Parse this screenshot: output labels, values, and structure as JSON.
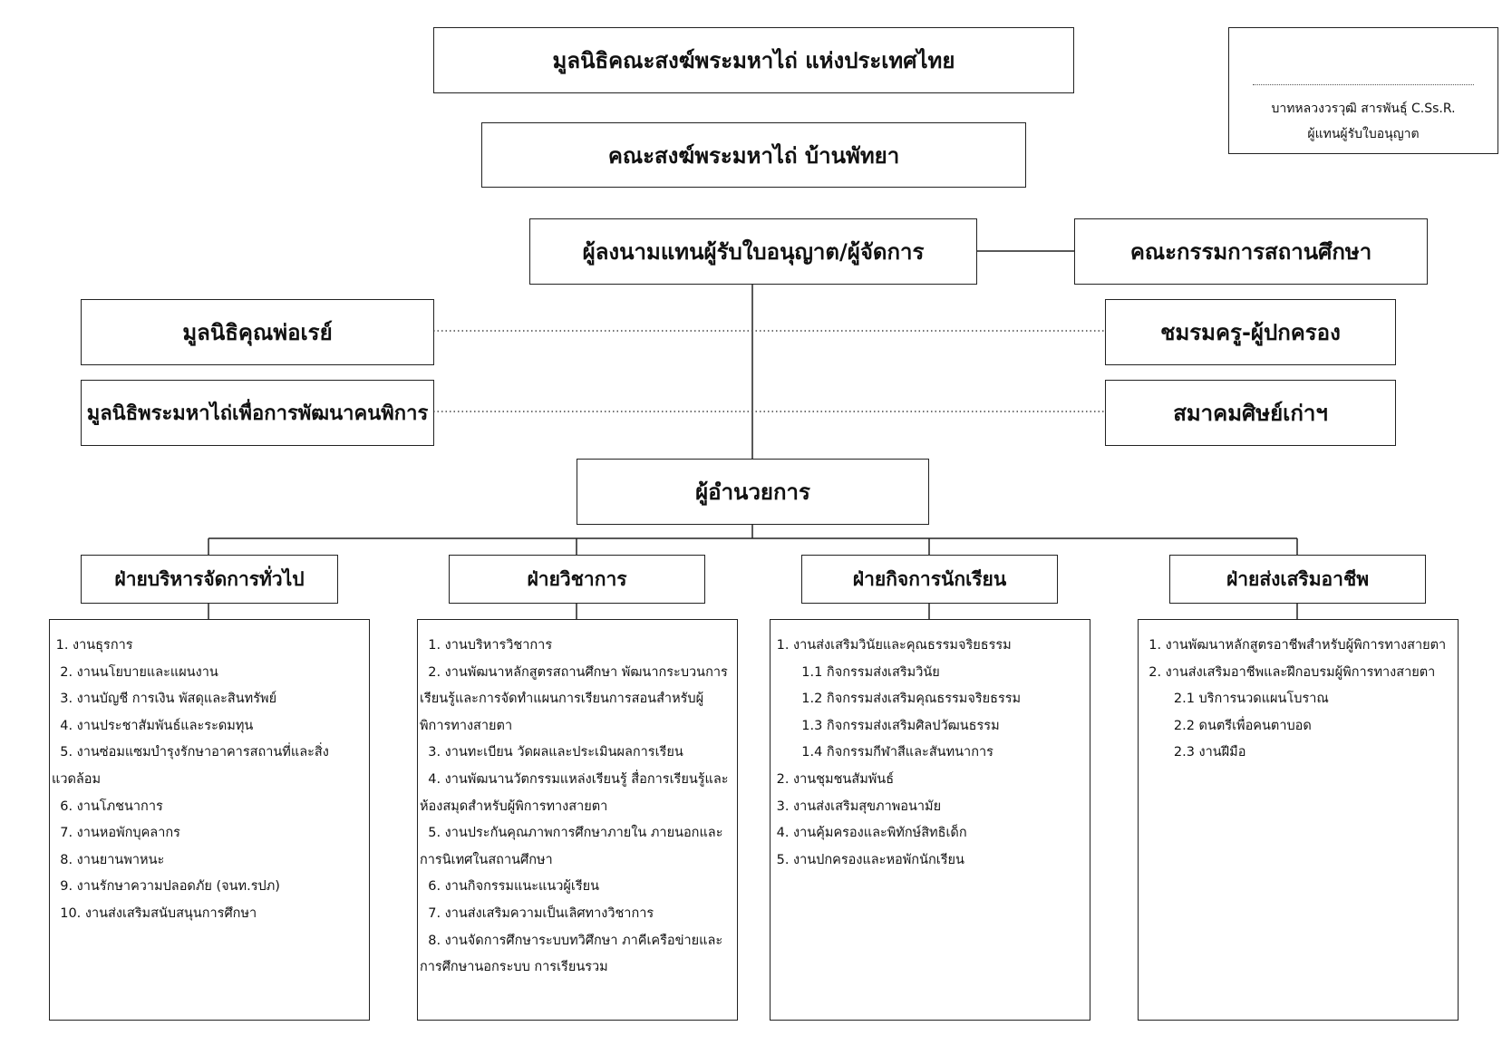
{
  "foundation": "มูลนิธิคณะสงฆ์พระมหาไถ่ แห่งประเทศไทย",
  "congregation": "คณะสงฆ์พระมหาไถ่ บ้านพัทยา",
  "signature": {
    "name": "บาทหลวงวรวุฒิ สารพันธุ์ C.Ss.R.",
    "role": "ผู้แทนผู้รับใบอนุญาต"
  },
  "licensee_signatory": "ผู้ลงนามแทนผู้รับใบอนุญาต/ผู้จัดการ",
  "school_board": "คณะกรรมการสถานศึกษา",
  "left_partners": [
    "มูลนิธิคุณพ่อเรย์",
    "มูลนิธิพระมหาไถ่เพื่อการพัฒนาคนพิการ"
  ],
  "right_partners": [
    "ชมรมครู-ผู้ปกครอง",
    "สมาคมศิษย์เก่าฯ"
  ],
  "director": "ผู้อำนวยการ",
  "departments": [
    {
      "title": "ฝ่ายบริหารจัดการทั่วไป",
      "items": [
        " 1. งานธุรการ",
        "  2. งานนโยบายและแผนงาน",
        "  3. งานบัญชี การเงิน พัสดุและสินทรัพย์",
        "  4. งานประชาสัมพันธ์และระดมทุน",
        "  5. งานซ่อมแซมบำรุงรักษาอาคารสถานที่และสิ่งแวดล้อม",
        "  6. งานโภชนาการ",
        "  7. งานหอพักบุคลากร",
        "  8. งานยานพาหนะ",
        "  9. งานรักษาความปลอดภัย (จนท.รปภ)",
        "  10. งานส่งเสริมสนับสนุนการศึกษา"
      ]
    },
    {
      "title": "ฝ่ายวิชาการ",
      "items": [
        "  1. งานบริหารวิชาการ",
        "  2. งานพัฒนาหลักสูตรสถานศึกษา พัฒนากระบวนการเรียนรู้และการจัดทำแผนการเรียนการสอนสำหรับผู้พิการทางสายตา",
        "  3. งานทะเบียน วัดผลและประเมินผลการเรียน",
        "  4. งานพัฒนานวัตกรรมแหล่งเรียนรู้ สื่อการเรียนรู้และห้องสมุดสำหรับผู้พิการทางสายตา",
        "  5. งานประกันคุณภาพการศึกษาภายใน ภายนอกและการนิเทศในสถานศึกษา",
        "  6. งานกิจกรรมแนะแนวผู้เรียน",
        "  7. งานส่งเสริมความเป็นเลิศทางวิชาการ",
        "  8. งานจัดการศึกษาระบบทวิศึกษา ภาคีเครือข่ายและการศึกษานอกระบบ การเรียนรวม"
      ]
    },
    {
      "title": "ฝ่ายกิจการนักเรียน",
      "items": [
        " 1. งานส่งเสริมวินัยและคุณธรรมจริยธรรม",
        "       1.1 กิจกรรมส่งเสริมวินัย",
        "       1.2 กิจกรรมส่งเสริมคุณธรรมจริยธรรม",
        "       1.3 กิจกรรมส่งเสริมศิลปวัฒนธรรม",
        "       1.4 กิจกรรมกีฬาสีและสันทนาการ",
        " 2. งานชุมชนสัมพันธ์",
        " 3. งานส่งเสริมสุขภาพอนามัย",
        " 4. งานคุ้มครองและพิทักษ์สิทธิเด็ก",
        " 5. งานปกครองและหอพักนักเรียน"
      ]
    },
    {
      "title": "ฝ่ายส่งเสริมอาชีพ",
      "items": [
        "  1. งานพัฒนาหลักสูตรอาชีพสำหรับผู้พิการทางสายตา",
        "  2. งานส่งเสริมอาชีพและฝึกอบรมผู้พิการทางสายตา",
        "        2.1 บริการนวดแผนโบราณ",
        "        2.2 ดนตรีเพื่อคนตาบอด",
        "        2.3 งานฝีมือ"
      ]
    }
  ]
}
